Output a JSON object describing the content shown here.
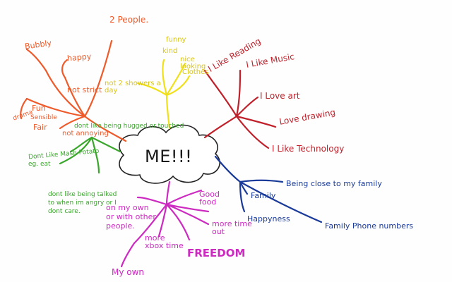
{
  "center_label": "ME!!!",
  "colors": {
    "orange": "#ef5a2a",
    "yellow": "#f0e01a",
    "red": "#c0202a",
    "green": "#3aa62c",
    "blue": "#1a3a9a",
    "magenta": "#cc2ac0",
    "outline": "#222222"
  },
  "branches": {
    "orange": [
      "Bubbly",
      "happy",
      "2 People.",
      "not strict",
      "Fun",
      "Sensible",
      "Fair",
      "not annoying",
      "drama"
    ],
    "yellow": [
      "funny",
      "kind",
      "nice looking",
      "Clothes",
      "not 2 showers a day"
    ],
    "red": [
      "I Like Reading",
      "I Like Music",
      "I Love art",
      "Love drawing",
      "I Like Technology"
    ],
    "green": [
      "dont like being hugged or touched",
      "Dont Like Mash Potato",
      "eg. eat"
    ],
    "blue": [
      "Being close to my family",
      "Family",
      "Happyness",
      "Family Phone numbers"
    ],
    "magenta": [
      "dont like being talked to when im angry or I dont care.",
      "on my own or with other people.",
      "Good food",
      "more time out",
      "more xbox time",
      "FREEDOM",
      "My own"
    ]
  }
}
